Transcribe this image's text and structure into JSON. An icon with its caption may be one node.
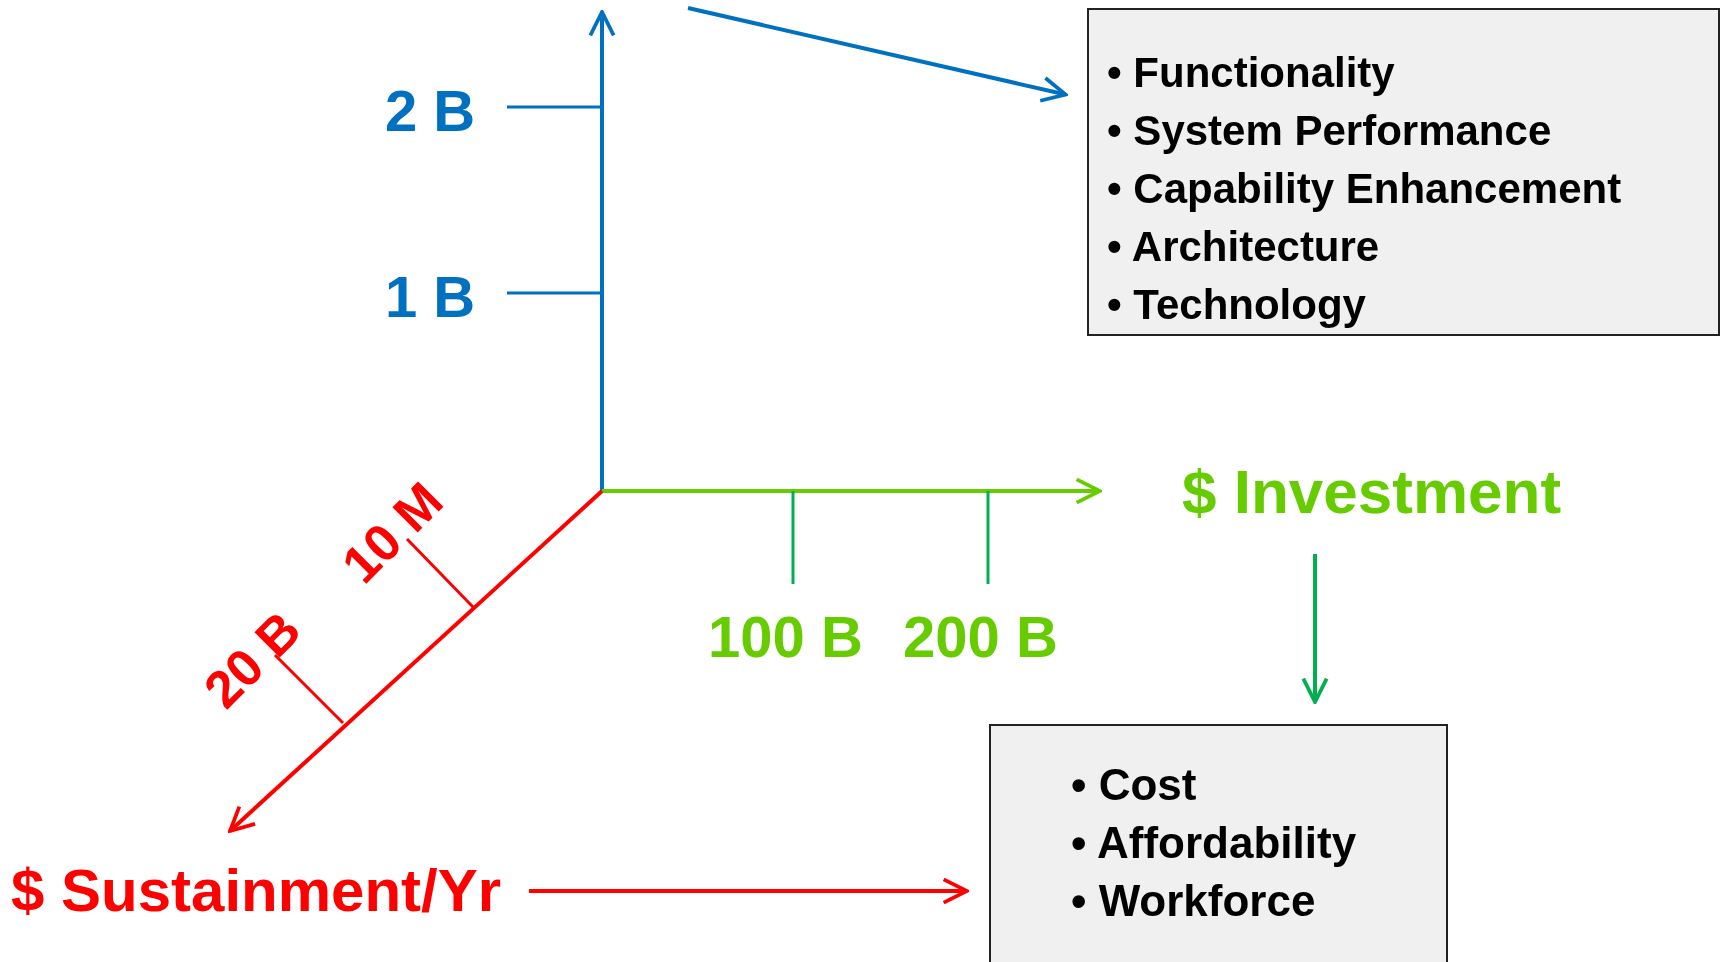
{
  "diagram": {
    "nodes": [
      {
        "text": [
          "• Functionality",
          "• System Performance",
          "• Capability Enhancement",
          "• Architecture",
          "• Technology"
        ]
      },
      {
        "text": [
          "$ Investment"
        ]
      },
      {
        "text": [
          "• Cost",
          "• Affordability",
          "• Workforce"
        ]
      },
      {
        "text": [
          "$ Sustainment/Yr"
        ]
      }
    ],
    "edges": [
      {
        "from": null,
        "to": 0,
        "arrow": "to",
        "color": "#0070c0"
      },
      {
        "from": 1,
        "to": 2,
        "arrow": "to",
        "color": "#00b050"
      },
      {
        "from": 3,
        "to": 2,
        "arrow": "to",
        "color": "#ff0000"
      }
    ],
    "labels": [
      "2 B",
      "1 B",
      "10 M",
      "20 B",
      "100 B",
      "200 B"
    ]
  }
}
